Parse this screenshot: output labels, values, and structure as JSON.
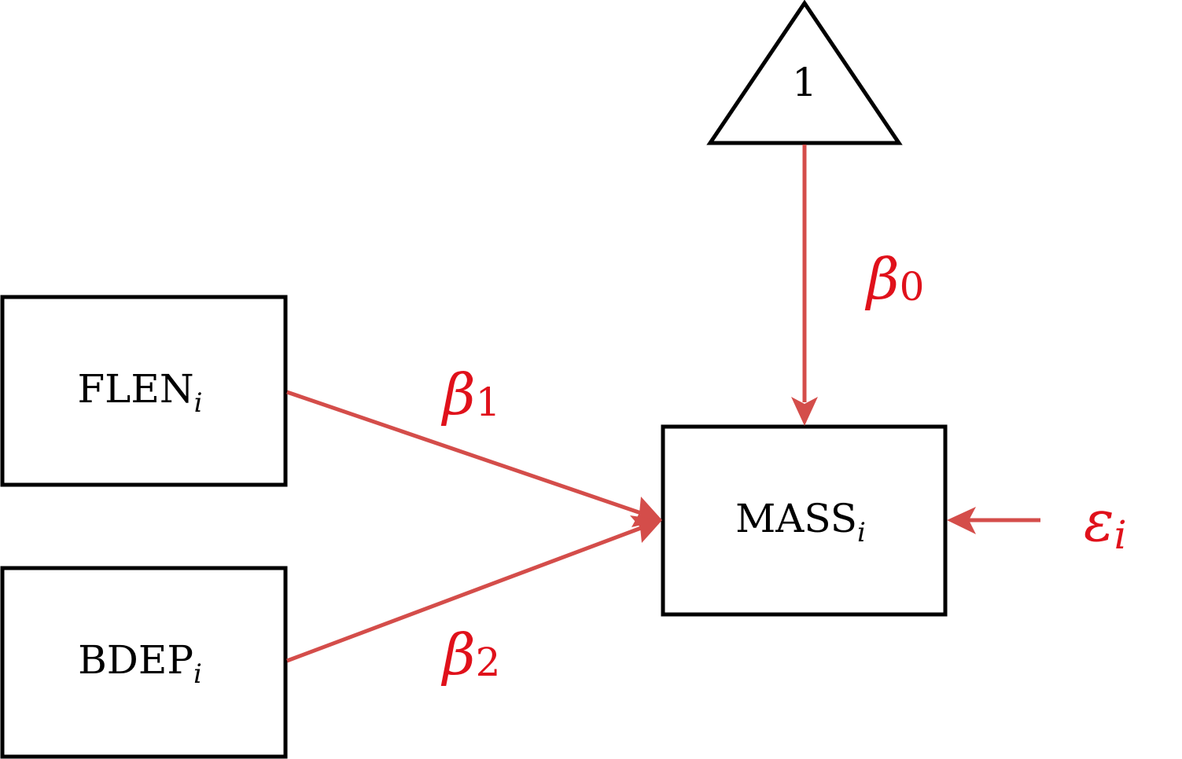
{
  "diagram": {
    "type": "path-diagram",
    "colors": {
      "node_stroke": "#000000",
      "arrow": "#d44d4a",
      "coefficient_text": "#e0111b"
    },
    "nodes": {
      "intercept": {
        "label": "1",
        "shape": "triangle"
      },
      "flen": {
        "label": "FLEN",
        "subscript": "i",
        "shape": "rectangle"
      },
      "bdep": {
        "label": "BDEP",
        "subscript": "i",
        "shape": "rectangle"
      },
      "mass": {
        "label": "MASS",
        "subscript": "i",
        "shape": "rectangle"
      }
    },
    "edges": [
      {
        "from": "intercept",
        "to": "mass",
        "coef": "β",
        "coef_sub": "0"
      },
      {
        "from": "flen",
        "to": "mass",
        "coef": "β",
        "coef_sub": "1"
      },
      {
        "from": "bdep",
        "to": "mass",
        "coef": "β",
        "coef_sub": "2"
      },
      {
        "from": "error",
        "to": "mass",
        "coef": "ε",
        "coef_sub": "i"
      }
    ]
  }
}
